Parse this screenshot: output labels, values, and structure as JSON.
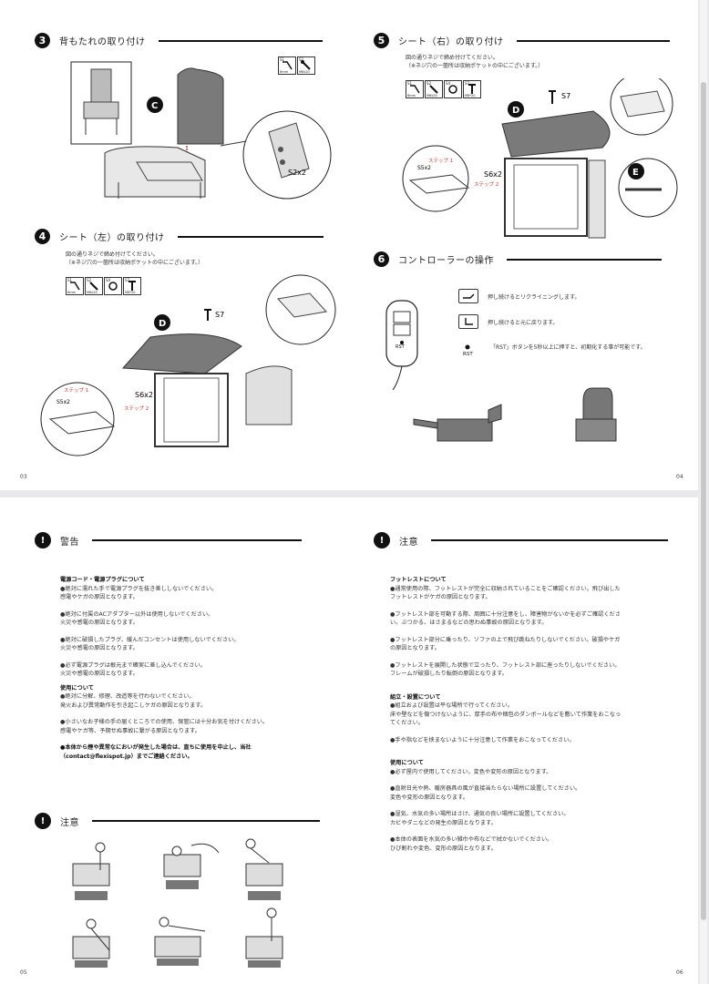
{
  "page_top": {
    "left_number": "03",
    "right_number": "04",
    "step3": {
      "num": "3",
      "title": "背もたれの取り付け",
      "tools": [
        {
          "id": "S1",
          "size": "6mm",
          "qty": "x1"
        },
        {
          "id": "S2",
          "size": "M6x20",
          "qty": "x2"
        }
      ],
      "part": "C",
      "screw_label": "S2x2"
    },
    "step4": {
      "num": "4",
      "title": "シート（左）の取り付け",
      "note1": "図の通りネジで締め付けてください。",
      "note2": "（※ネジ穴の一箇所は収納ポケットの中にございます。）",
      "tools": [
        {
          "id": "S1",
          "size": "6mm",
          "qty": "x1"
        },
        {
          "id": "S2",
          "size": "M6x20",
          "qty": "x2"
        },
        {
          "id": "S4",
          "size": "",
          "qty": "x2"
        },
        {
          "id": "S7",
          "size": "M8*20",
          "qty": "x1"
        }
      ],
      "part": "D",
      "s7": "S7",
      "s6": "S6x2",
      "s5": "S5x2",
      "step1": "ステップ 1",
      "step2": "ステップ 2"
    },
    "step5": {
      "num": "5",
      "title": "シート（右）の取り付け",
      "note1": "図の通りネジで締め付けてください。",
      "note2": "（※ネジ穴の一箇所は収納ポケットの中にございます。）",
      "tools": [
        {
          "id": "S1",
          "size": "6mm",
          "qty": "x1"
        },
        {
          "id": "S2",
          "size": "M6x20",
          "qty": "x2"
        },
        {
          "id": "S4",
          "size": "",
          "qty": "x2"
        },
        {
          "id": "S7",
          "size": "M8*20",
          "qty": "x1"
        }
      ],
      "part": "D",
      "part_e": "E",
      "s7": "S7",
      "s6": "S6x2",
      "s5": "S5x2",
      "step1": "ステップ 1",
      "step2": "ステップ 2"
    },
    "step6": {
      "num": "6",
      "title": "コントローラーの操作",
      "rows": [
        "押し続けるとリクライニングします。",
        "押し続けると元に戻ります。",
        "「RST」ボタンを5秒以上に押すと、初期化する事が可能です。"
      ],
      "rst": "RST"
    }
  },
  "page_bottom": {
    "left_number": "05",
    "right_number": "06",
    "warning": {
      "title": "警告",
      "heading1": "電源コード・電源プラグについて",
      "items1": [
        [
          "●絶対に濡れた手で電源プラグを抜き差ししないでください。",
          "感電やケガの原因となります。"
        ],
        [
          "●絶対に付属のACアダプター以外は使用しないでください。",
          "火災や感電の原因となります。"
        ],
        [
          "●絶対に破損したプラグ、緩んだコンセントは使用しないでください。",
          "火災や感電の原因となります。"
        ],
        [
          "●必ず電源プラグは根元まで確実に差し込んでください。",
          "火災や感電の原因となります。"
        ]
      ],
      "heading2": "使用について",
      "items2": [
        [
          "●絶対に分解、修理、改造等を行わないでください。",
          "発火および異常動作を引き起こしケガの原因となります。"
        ],
        [
          "●小さいなお子様の手の届くところでの使用、保管には十分お気を付けください。",
          "感電やケガ等、予期せぬ事故に繋がる原因となります。"
        ]
      ],
      "bold1": "●本体から煙や異常なにおいが発生した場合は、直ちに使用を中止し、当社",
      "bold2": "（contact@flexispot.jp）までご連絡ください。"
    },
    "caution_left": {
      "title": "注意"
    },
    "caution_right": {
      "title": "注意",
      "heading1": "フットレストについて",
      "items1": [
        [
          "●通常使用の際、フットレストが完全に収納されていることをご確認ください。飛び出した",
          "フットレストがケガの原因となります。"
        ],
        [
          "●フットレスト部を可動する際、周囲に十分注意をし、障害物がないかを必ずご確認くださ",
          "い。ぶつかる、はさまるなどの思わぬ事故の原因となります。"
        ],
        [
          "●フットレスト部分に乗ったり、ソファの上で飛び跳ねたりしないでください。破損やケガ",
          "の原因となります。"
        ],
        [
          "●フットレストを展開した状態で立ったり、フットレスト部に座ったりしないでください。",
          "フレームが破損したり転倒の原因となります。"
        ]
      ],
      "heading2": "組立・設置について",
      "items2": [
        [
          "●組立および設置は平な場所で行ってください。",
          "床や壁などを傷つけないように、厚手の布や梱包のダンボールなどを敷いて作業をおこなっ",
          "てください。"
        ],
        [
          "●手や指などを挟まないように十分注意して作業をおこなってください。"
        ]
      ],
      "heading3": "使用について",
      "items3": [
        [
          "●必ず屋内で使用してください。変色や変形の原因となります。"
        ],
        [
          "●直射日光や熱、暖房器具の風が直接当たらない場所に設置してください。",
          "変色や変形の原因となります。"
        ],
        [
          "●湿気、水気の多い場所はさけ、通気の良い場所に設置してください。",
          "カビやダニなどの発生の原因となります。"
        ],
        [
          "●本体の表面を水気の多い雑巾や布などで拭かないでください。",
          "ひび割れや変色、変形の原因となります。"
        ]
      ]
    }
  }
}
